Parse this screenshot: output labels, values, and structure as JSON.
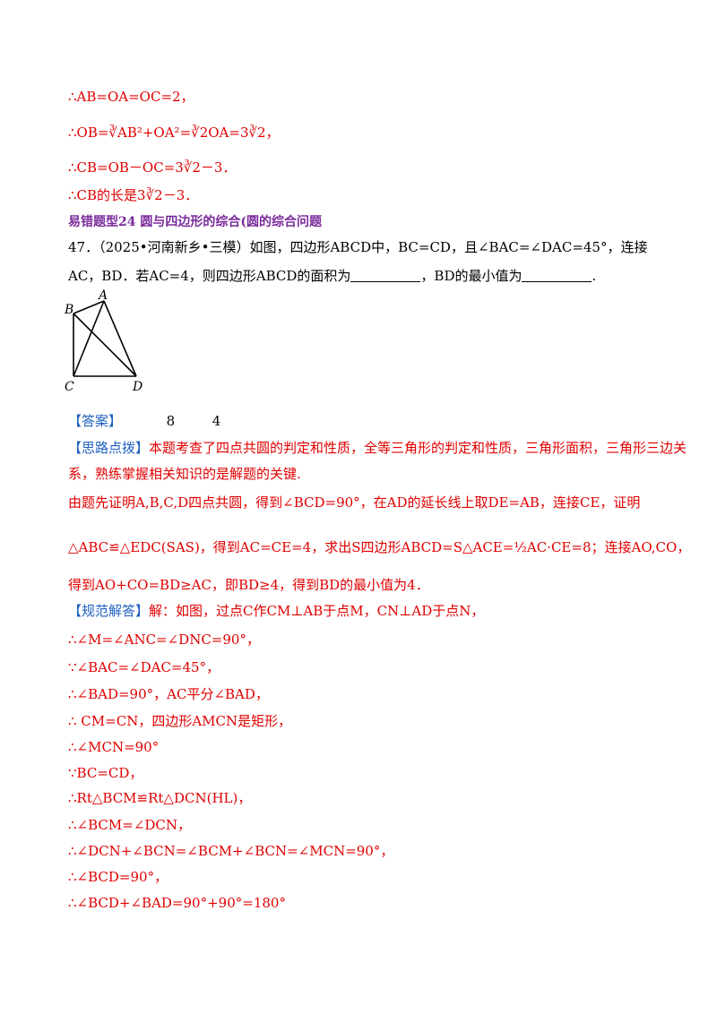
{
  "lines": {
    "l1": "∴AB=OA=OC=2，",
    "l2": "∴OB=∛AB²+OA²=∛2OA=3∛2，",
    "l3": "∴CB=OB－OC=3∛2－3．",
    "l4": "∴CB的长是3∛2－3．",
    "heading": "易错题型24  圆与四边形的综合(圆的综合问题",
    "q_line1": "47．（2025•河南新乡•三模）如图，四边形ABCD中，BC=CD，且∠BAC=∠DAC=45°，连接",
    "q_line2a": "AC，BD．若AC=4，则四边形ABCD的面积为",
    "q_line2b": "，BD的最小值为",
    "q_line2c": ".",
    "answer_label": "【答案】",
    "answer_1": "8",
    "answer_2": "4",
    "hint_label": "【思路点拨】",
    "hint_1": "本题考查了四点共圆的判定和性质，全等三角形的判定和性质，三角形面积，三角形三边关",
    "hint_2": "系，熟练掌握相关知识的是解题的关键.",
    "hint_3": "由题先证明A,B,C,D四点共圆，得到∠BCD=90°，在AD的延长线上取DE=AB，连接CE，证明",
    "hint_4": "△ABC≌△EDC(SAS)，得到AC=CE=4，求出S四边形ABCD=S△ACE=½AC·CE=8；连接AO,CO，",
    "hint_5": "得到AO+CO=BD≥AC，即BD≥4，得到BD的最小值为4．",
    "sol_label": "【规范解答】",
    "sol_0": "解：如图，过点C作CM⊥AB于点M，CN⊥AD于点N，",
    "sol_1": "∴∠M=∠ANC=∠DNC=90°，",
    "sol_2": "∵∠BAC=∠DAC=45°，",
    "sol_3": "∴∠BAD=90°，AC平分∠BAD，",
    "sol_4": "∴ CM=CN，四边形AMCN是矩形，",
    "sol_5": "∴∠MCN=90°",
    "sol_6": "∵BC=CD，",
    "sol_7": "∴Rt△BCM≌Rt△DCN(HL)，",
    "sol_8": "∴∠BCM=∠DCN，",
    "sol_9": "∴∠DCN+∠BCN=∠BCM+∠BCN=∠MCN=90°，",
    "sol_10": "∴∠BCD=90°，",
    "sol_11": "∴∠BCD+∠BAD=90°+90°=180°"
  },
  "figure": {
    "label_A": "A",
    "label_B": "B",
    "label_C": "C",
    "label_D": "D"
  }
}
